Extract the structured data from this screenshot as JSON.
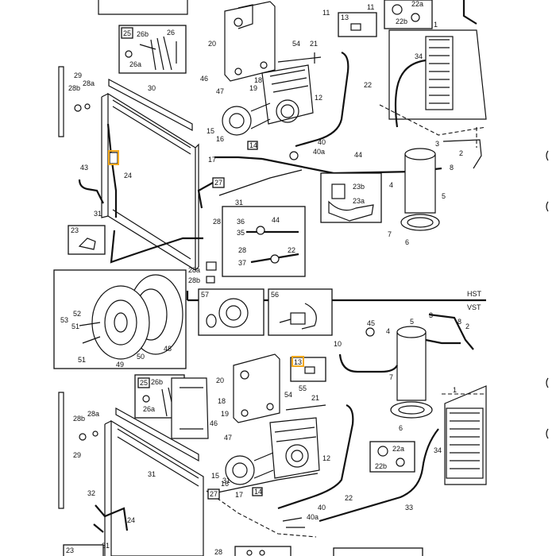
{
  "section_labels": {
    "upper_right": "HST",
    "lower_right": "VST"
  },
  "callouts": {
    "c1": "1",
    "c2": "2",
    "c3": "3",
    "c4": "4",
    "c5": "5",
    "c6": "6",
    "c7": "7",
    "c8": "8",
    "c10": "10",
    "c11": "11",
    "c12": "12",
    "c13": "13",
    "c14": "14",
    "c15": "15",
    "c16": "16",
    "c17": "17",
    "c18": "18",
    "c19": "19",
    "c20": "20",
    "c21": "21",
    "c22": "22",
    "c22a": "22a",
    "c22b": "22b",
    "c23": "23",
    "c23a": "23a",
    "c23b": "23b",
    "c24": "24",
    "c25": "25",
    "c26": "26",
    "c26a": "26a",
    "c26b": "26b",
    "c27": "27",
    "c28": "28",
    "c28a": "28a",
    "c28b": "28b",
    "c29": "29",
    "c30": "30",
    "c31": "31",
    "c32": "32",
    "c33": "33",
    "c34": "34",
    "c35": "35",
    "c36": "36",
    "c37": "37",
    "c40": "40",
    "c40a": "40a",
    "c43": "43",
    "c44": "44",
    "c45": "45",
    "c46": "46",
    "c47": "47",
    "c48": "48",
    "c49": "49",
    "c50": "50",
    "c51": "51",
    "c52": "52",
    "c53": "53",
    "c54": "54",
    "c55": "55",
    "c56": "56",
    "c57": "57"
  },
  "highlight_color": "#f2a81d",
  "line_color": "#111111",
  "background_color": "#ffffff"
}
